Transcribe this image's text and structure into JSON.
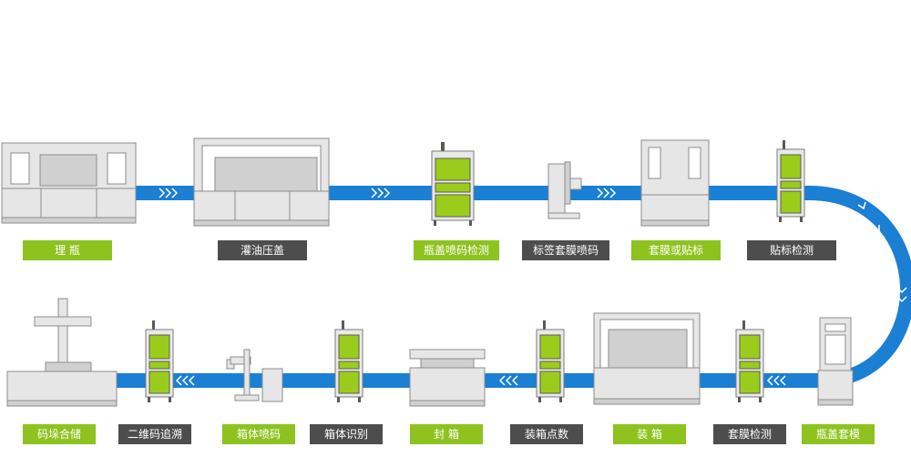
{
  "colors": {
    "belt": "#1b7fd3",
    "accent_green": "#9ccc1b",
    "label_green": "#8dc21f",
    "label_dark": "#4d4d4d",
    "machine_fill": "#e6e6e6",
    "machine_stroke": "#8c8c8c"
  },
  "steps": [
    {
      "id": "1",
      "label": "理  瓶",
      "style": "green",
      "machine": "bottle-unscrambler"
    },
    {
      "id": "2",
      "label": "灌油压盖",
      "style": "dark",
      "machine": "filling-capping-machine"
    },
    {
      "id": "3",
      "label": "瓶盖喷码检测",
      "style": "green",
      "machine": "cap-code-inspection-station"
    },
    {
      "id": "4",
      "label": "标签套膜喷码",
      "style": "dark",
      "machine": "label-coding-unit"
    },
    {
      "id": "5",
      "label": "套膜或贴标",
      "style": "green",
      "machine": "sleeving-labeling-machine"
    },
    {
      "id": "6",
      "label": "贴标检测",
      "style": "dark",
      "machine": "label-inspection-station"
    },
    {
      "id": "7",
      "label": "瓶盖套模",
      "style": "green",
      "machine": "cap-sleeve-machine"
    },
    {
      "id": "8",
      "label": "套膜检测",
      "style": "dark",
      "machine": "sleeve-inspection-station"
    },
    {
      "id": "9",
      "label": "装  箱",
      "style": "green",
      "machine": "case-packer"
    },
    {
      "id": "10",
      "label": "装箱点数",
      "style": "dark",
      "machine": "case-count-station"
    },
    {
      "id": "11",
      "label": "封  箱",
      "style": "green",
      "machine": "case-sealer"
    },
    {
      "id": "12",
      "label": "箱体识别",
      "style": "dark",
      "machine": "case-identification-station"
    },
    {
      "id": "13",
      "label": "箱体喷码",
      "style": "green",
      "machine": "case-coder"
    },
    {
      "id": "14",
      "label": "二维码追溯",
      "style": "dark",
      "machine": "qr-trace-station"
    },
    {
      "id": "15",
      "label": "码垛合储",
      "style": "green",
      "machine": "palletizer"
    }
  ]
}
